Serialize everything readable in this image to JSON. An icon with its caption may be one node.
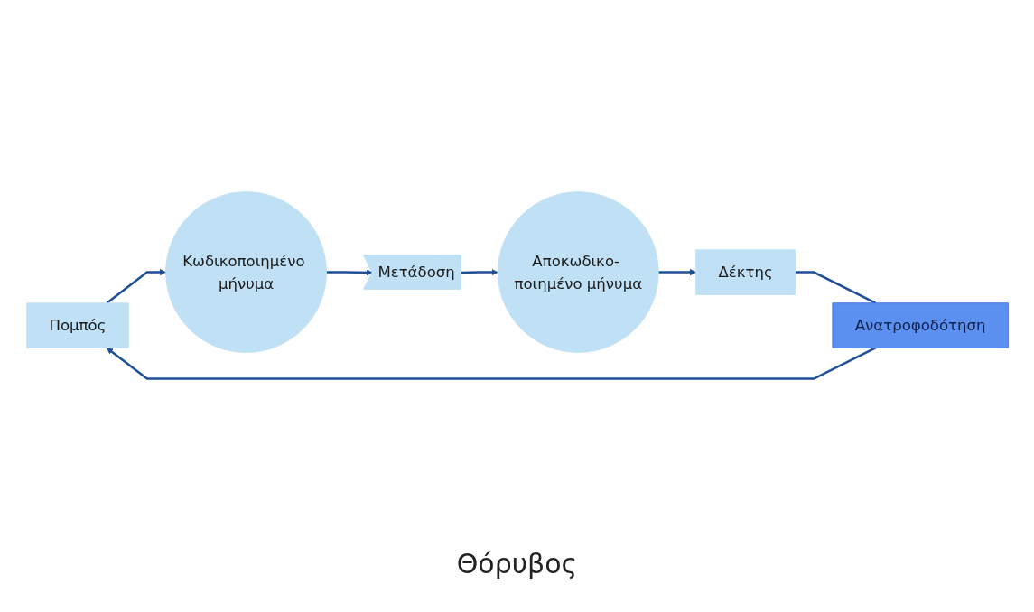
{
  "diagram": {
    "nodes": [
      {
        "text": [
          "Πομπός"
        ]
      },
      {
        "text": [
          "Κωδικοποιημένο μήνυμα"
        ]
      },
      {
        "text": [
          "Μετάδοση"
        ]
      },
      {
        "text": [
          "Αποκωδικο- ποιημένο μήνυμα"
        ]
      },
      {
        "text": [
          "Δέκτης"
        ]
      },
      {
        "text": [
          "Ανατροφοδότηση"
        ]
      }
    ],
    "edges": [
      {
        "from": 0,
        "to": 1,
        "arrow": "to"
      },
      {
        "from": 1,
        "to": 2,
        "arrow": "to"
      },
      {
        "from": 2,
        "to": 3,
        "arrow": "to"
      },
      {
        "from": 3,
        "to": 4,
        "arrow": "to"
      },
      {
        "from": 4,
        "to": 5,
        "arrow": "none"
      },
      {
        "from": 5,
        "to": 0,
        "arrow": "to"
      }
    ],
    "labels": [
      "Θόρυβος"
    ]
  }
}
